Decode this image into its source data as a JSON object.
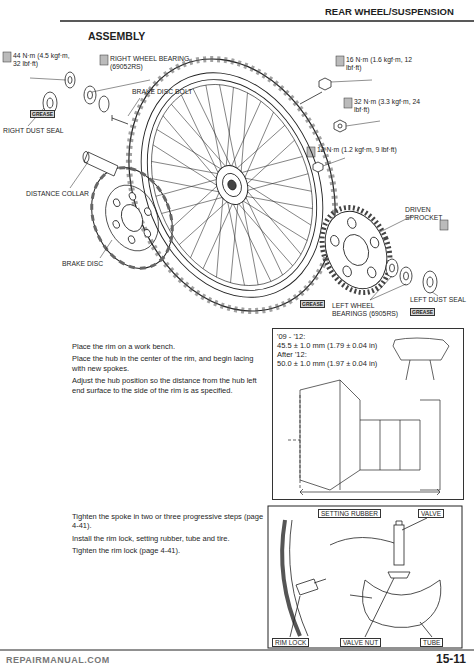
{
  "diagram": {
    "title": "ASSEMBLY",
    "nodes": [
      {
        "text": [
          "'09 - '12:",
          "45.5 ± 1.0 mm (1.79 ± 0.04 in)",
          "After '12:",
          "50.0 ± 1.0 mm (1.97 ± 0.04 in)"
        ]
      }
    ],
    "labels": [
      "REAR WHEEL/SUSPENSION",
      "44 N·m (4.5 kgf·m, 32 lbf·ft)",
      "RIGHT WHEEL BEARING (69052RS)",
      "BRAKE DISC BOLT",
      "16 N·m (1.6 kgf·m, 12 lbf·ft)",
      "RIGHT DUST SEAL",
      "GREASE",
      "32 N·m (3.3 kgf·m, 24 lbf·ft)",
      "DISTANCE COLLAR",
      "12 N·m (1.2 kgf·m, 9 lbf·ft)",
      "DRIVEN SPROCKET",
      "BRAKE DISC",
      "GREASE",
      "LEFT WHEEL BEARINGS (6905RS)",
      "GREASE",
      "LEFT DUST SEAL",
      "Place the rim on a work bench.",
      "Place the hub in the center of the rim, and begin lacing with new spokes.",
      "Adjust the hub position so the distance from the hub left end surface to the side of the rim is as specified.",
      "Tighten the spoke in two or three progressive steps (page 4-41).",
      "Install the rim lock, setting rubber, tube and tire.",
      "Tighten the rim lock (page 4-41).",
      "SETTING RUBBER",
      "VALVE",
      "RIM LOCK",
      "VALVE NUT",
      "TUBE",
      "REPAIRMANUAL.COM",
      "15-11"
    ]
  }
}
